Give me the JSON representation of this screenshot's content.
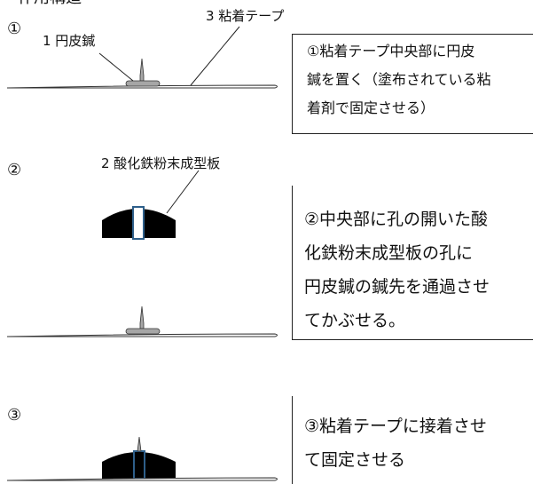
{
  "header": {
    "title": "作用構造"
  },
  "steps": [
    {
      "num": "①",
      "description": [
        "①粘着テープ中央部に円皮",
        "鍼を置く（塗布されている粘",
        "着剤で固定させる）"
      ]
    },
    {
      "num": "②",
      "description": [
        "②中央部に孔の開いた酸",
        "化鉄粉末成型板の孔に",
        "円皮鍼の鍼先を通過させ",
        "てかぶせる。"
      ]
    },
    {
      "num": "③",
      "description": [
        "③粘着テープに接着させ",
        "て固定させる"
      ]
    }
  ],
  "labels": {
    "needle": "1 円皮鍼",
    "tape": "3 粘着テープ",
    "plate": "2 酸化鉄粉末成型板"
  },
  "colors": {
    "ink": "#111111",
    "needle_fill": "#a6a6a6",
    "plate_fill": "#000000",
    "hole_stroke": "#2e5f8a"
  }
}
